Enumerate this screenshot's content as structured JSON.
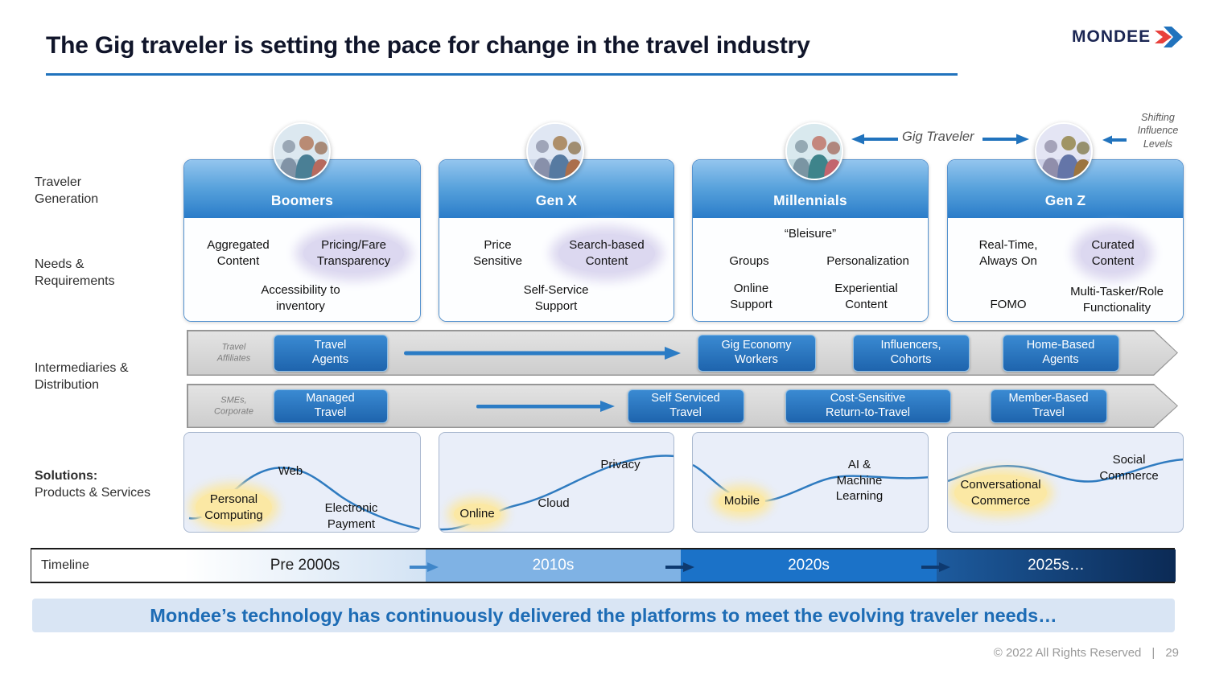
{
  "title": "The Gig traveler is setting the pace for change in the travel industry",
  "logo": {
    "text": "MONDEE"
  },
  "annotations": {
    "gig_traveler": "Gig Traveler",
    "shifting": "Shifting Influence Levels"
  },
  "labels": {
    "generation": "Traveler Generation",
    "needs": "Needs & Requirements",
    "intermediaries": "Intermediaries & Distribution",
    "solutions_title": "Solutions:",
    "solutions_sub": "Products & Services"
  },
  "columns": [
    {
      "name": "Boomers",
      "needs": {
        "a": "Aggregated Content",
        "b": "Pricing/Fare Transparency",
        "c": "Accessibility to inventory"
      },
      "solutions": {
        "highlight": "Personal Computing",
        "item1": "Web",
        "item2": "Electronic Payment"
      }
    },
    {
      "name": "Gen X",
      "needs": {
        "a": "Price Sensitive",
        "b": "Search-based Content",
        "c": "Self-Service Support"
      },
      "solutions": {
        "highlight": "Online",
        "item1": "Cloud",
        "item2": "Privacy"
      }
    },
    {
      "name": "Millennials",
      "needs": {
        "a": "“Bleisure”",
        "b": "Groups",
        "c": "Personalization",
        "d": "Online Support",
        "e": "Experiential Content"
      },
      "solutions": {
        "highlight": "Mobile",
        "item1": "AI & Machine Learning"
      }
    },
    {
      "name": "Gen Z",
      "needs": {
        "a": "Real-Time, Always On",
        "b": "Curated Content",
        "c": "FOMO",
        "d": "Multi-Tasker/Role Functionality"
      },
      "solutions": {
        "highlight": "Conversational Commerce",
        "item1": "Social Commerce"
      }
    }
  ],
  "bands": [
    {
      "side_label": "Travel Affiliates",
      "boxes": [
        "Travel Agents",
        "Gig Economy Workers",
        "Influencers, Cohorts",
        "Home-Based Agents"
      ]
    },
    {
      "side_label": "SMEs, Corporate",
      "boxes": [
        "Managed Travel",
        "Self Serviced Travel",
        "Cost-Sensitive Return-to-Travel",
        "Member-Based Travel"
      ]
    }
  ],
  "timeline": {
    "label": "Timeline",
    "segments": [
      "Pre 2000s",
      "2010s",
      "2020s",
      "2025s…"
    ]
  },
  "banner": {
    "text": "Mondee’s technology has continuously delivered the platforms to meet the evolving traveler needs…"
  },
  "footer": {
    "copyright": "© 2022 All Rights Reserved",
    "separator": "|",
    "page": "29"
  },
  "colors": {
    "accent_blue": "#2173bd",
    "header_gradient_top": "#93c5ee",
    "header_gradient_bottom": "#2a7cc9",
    "band_gray": "#d9d9d9",
    "band_box_blue": "#2b7cc5",
    "timeline_2010s": "#7fb2e4",
    "timeline_2020s": "#1b72c8",
    "timeline_2025s": "#0b2a55",
    "highlight_yellow": "#fbe8a4",
    "highlight_lavender": "#dcd8f0",
    "banner_bg": "#d9e5f4",
    "banner_text": "#1d6cb5"
  }
}
